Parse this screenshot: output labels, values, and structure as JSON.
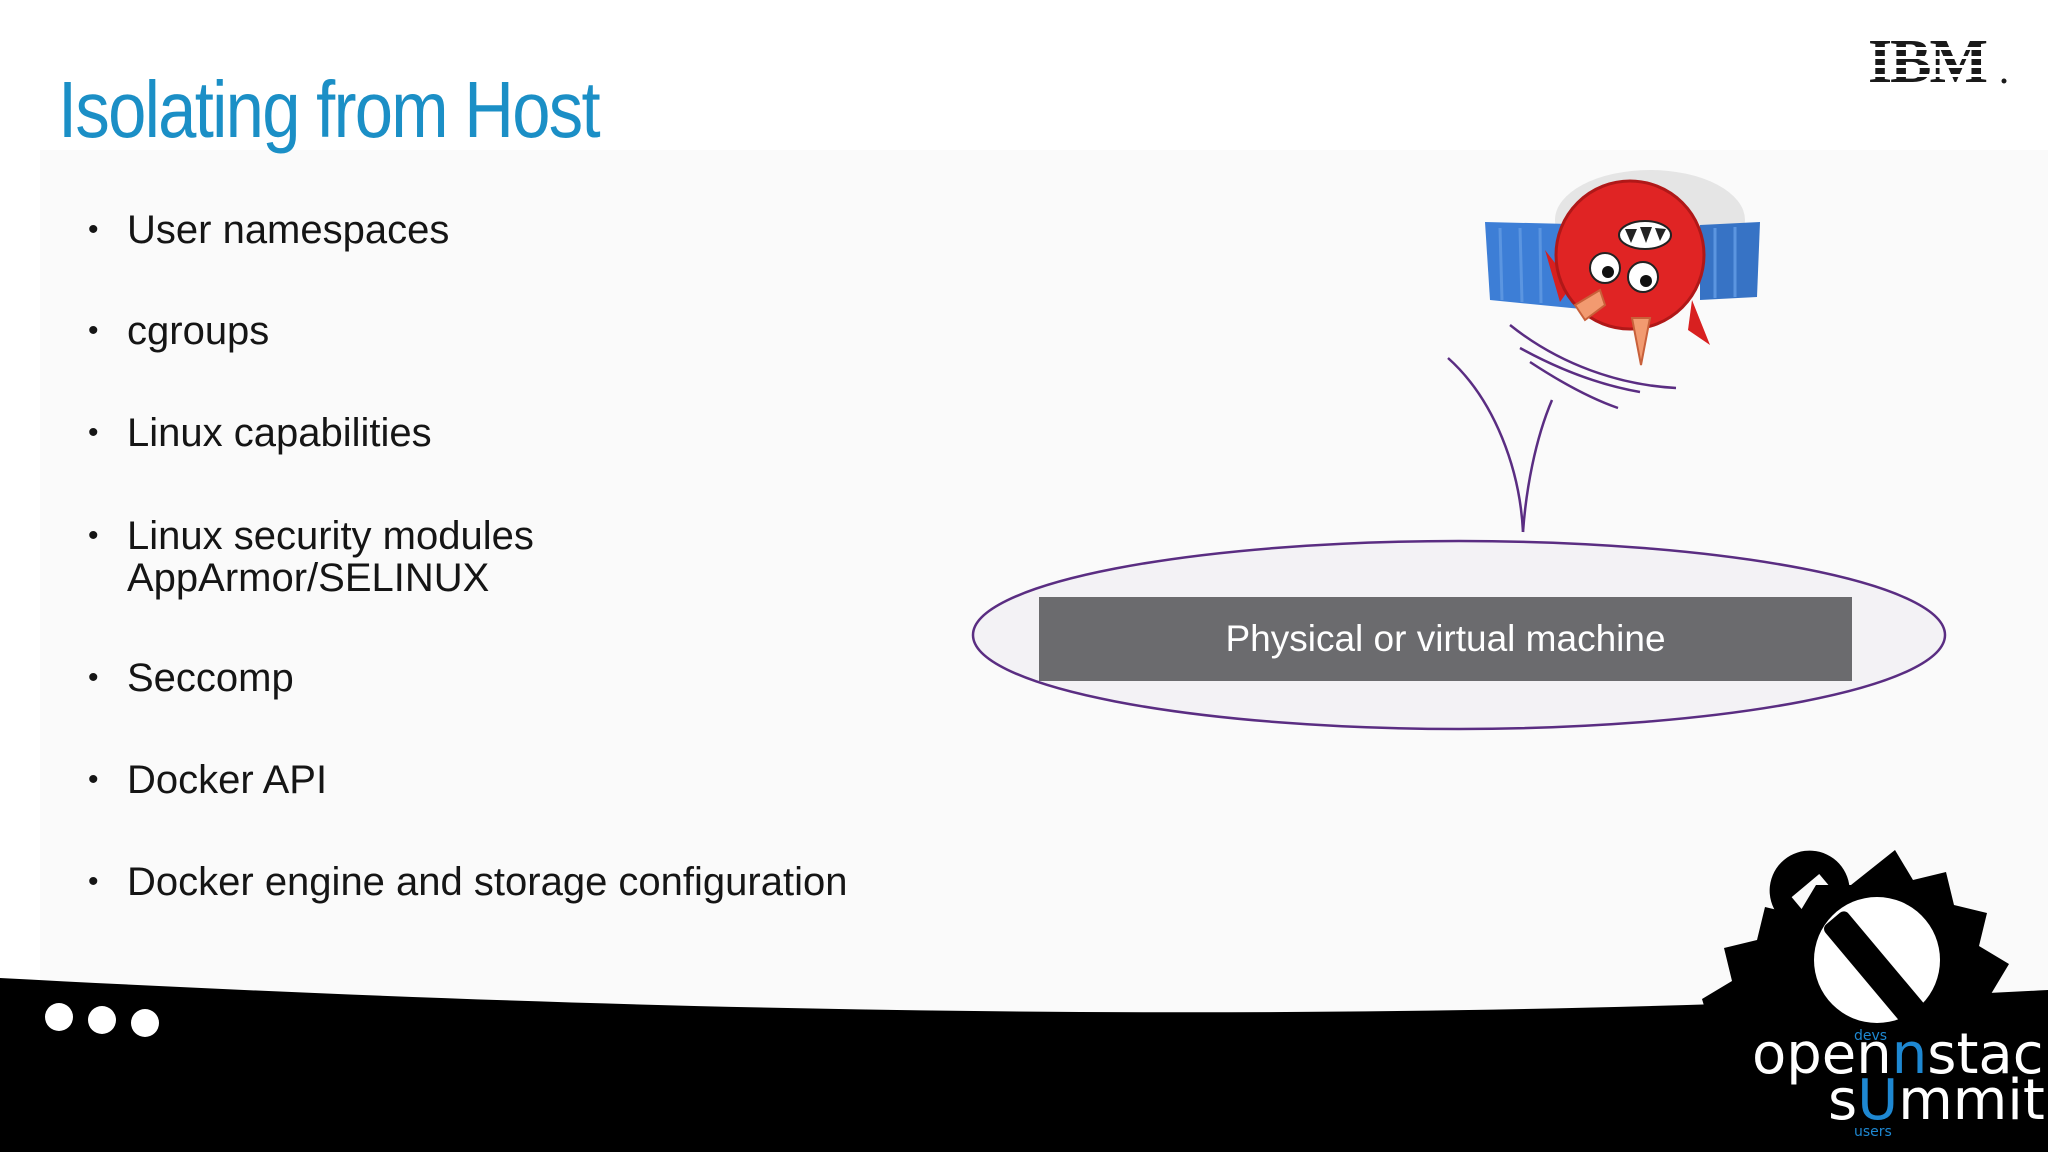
{
  "slide": {
    "title": "Isolating from Host",
    "brand_logo": "IBM",
    "bullets": [
      {
        "text": "User namespaces"
      },
      {
        "text": "cgroups"
      },
      {
        "text": "Linux capabilities"
      },
      {
        "text": "Linux security modules",
        "text2": "AppArmor/SELINUX"
      },
      {
        "text": "Seccomp"
      },
      {
        "text": "Docker API"
      },
      {
        "text": "Docker engine and storage configuration"
      }
    ],
    "diagram": {
      "machine_label": "Physical or virtual machine",
      "mascot_icon": "container-mascot-icon"
    },
    "footer": {
      "event_logo_top": "open",
      "event_logo_n": "n",
      "event_logo_stack": "stack",
      "event_logo_s": "s",
      "event_logo_u": "U",
      "event_logo_mmit": "mmit",
      "event_logo_devs": "devs",
      "event_logo_users": "users",
      "dots_icon": "more-dots-icon",
      "gear_icon": "gear-wrench-icon"
    },
    "colors": {
      "title": "#1b8fc6",
      "machine_box": "#6b6b6e",
      "ellipse_stroke": "#5a2d82",
      "footer": "#000000",
      "accent_blue": "#1e88d2"
    }
  }
}
